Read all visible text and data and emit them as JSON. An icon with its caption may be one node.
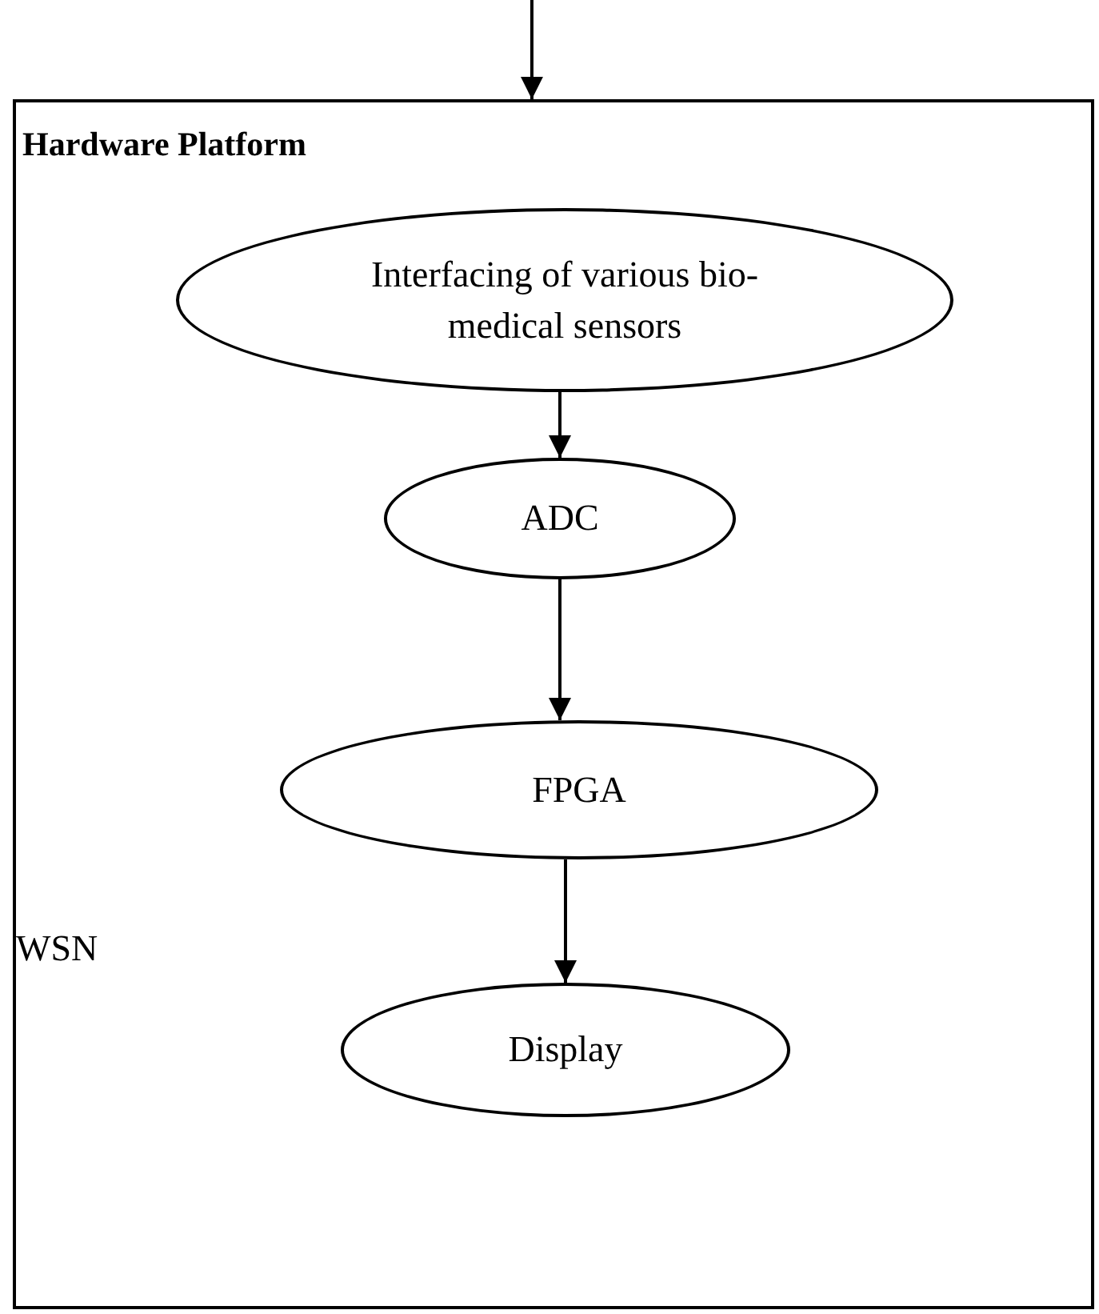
{
  "diagram": {
    "nodes": [
      {
        "text": [
          "Hardware Platform"
        ]
      },
      {
        "text": [
          "Interfacing of various bio-medical sensors"
        ],
        "in": 0
      },
      {
        "text": [
          "ADC"
        ],
        "in": 0
      },
      {
        "text": [
          "FPGA"
        ],
        "in": 0
      },
      {
        "text": [
          "Display"
        ],
        "in": 0
      }
    ],
    "edges": [
      {
        "from": null,
        "to": 0,
        "arrow": "to"
      },
      {
        "from": 1,
        "to": 2,
        "arrow": "to"
      },
      {
        "from": 2,
        "to": 3,
        "arrow": "to"
      },
      {
        "from": 3,
        "to": 4,
        "arrow": "to"
      }
    ],
    "labels": [
      "WSN"
    ]
  }
}
